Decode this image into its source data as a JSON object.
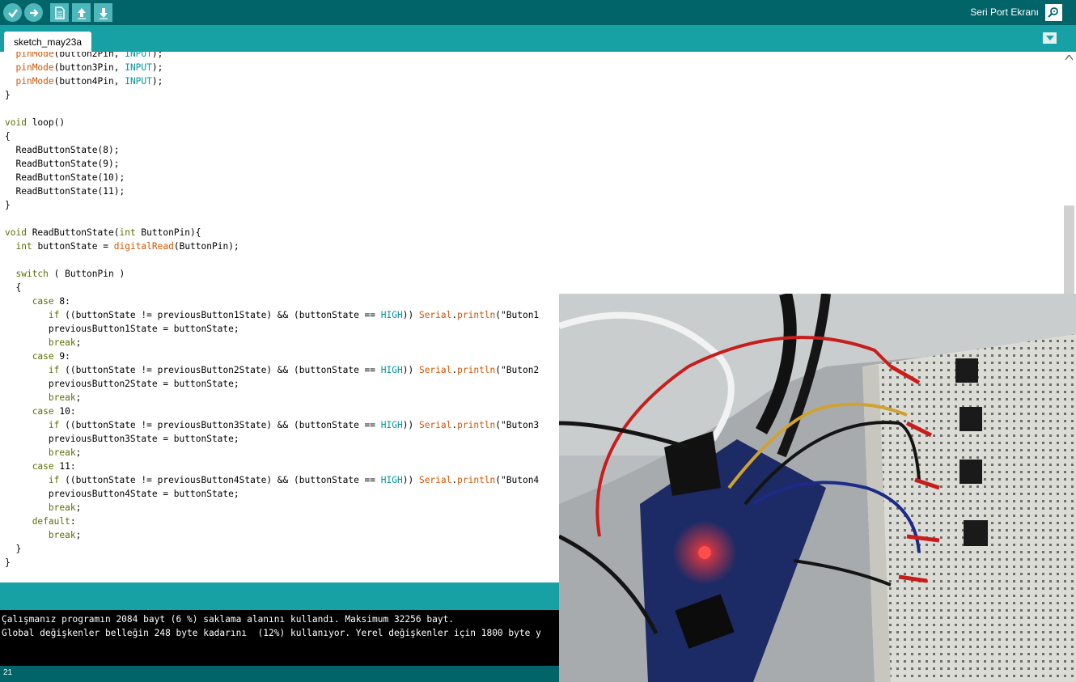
{
  "toolbar": {
    "buttons": [
      {
        "name": "verify-button",
        "icon": "check-icon"
      },
      {
        "name": "upload-button",
        "icon": "arrow-right-icon"
      },
      {
        "name": "new-button",
        "icon": "new-file-icon"
      },
      {
        "name": "open-button",
        "icon": "arrow-up-icon"
      },
      {
        "name": "save-button",
        "icon": "arrow-down-icon"
      }
    ],
    "serial_monitor_label": "Seri Port Ekranı",
    "serial_monitor_icon": "magnifier-icon"
  },
  "tab": {
    "label": "sketch_may23a",
    "menu_icon": "triangle-down-icon"
  },
  "editor": {
    "lines": [
      "  pinMode(button2Pin, INPUT);",
      "  pinMode(button3Pin, INPUT);",
      "  pinMode(button4Pin, INPUT);",
      "}",
      "",
      "void loop()",
      "{",
      "  ReadButtonState(8);",
      "  ReadButtonState(9);",
      "  ReadButtonState(10);",
      "  ReadButtonState(11);",
      "}",
      "",
      "void ReadButtonState(int ButtonPin){",
      "  int buttonState = digitalRead(ButtonPin);",
      "",
      "  switch ( ButtonPin )",
      "  {",
      "     case 8:",
      "        if ((buttonState != previousButton1State) && (buttonState == HIGH)) Serial.println(\"Buton1",
      "        previousButton1State = buttonState;",
      "        break;",
      "     case 9:",
      "        if ((buttonState != previousButton2State) && (buttonState == HIGH)) Serial.println(\"Buton2",
      "        previousButton2State = buttonState;",
      "        break;",
      "     case 10:",
      "        if ((buttonState != previousButton3State) && (buttonState == HIGH)) Serial.println(\"Buton3",
      "        previousButton3State = buttonState;",
      "        break;",
      "     case 11:",
      "        if ((buttonState != previousButton4State) && (buttonState == HIGH)) Serial.println(\"Buton4",
      "        previousButton4State = buttonState;",
      "        break;",
      "     default:",
      "        break;",
      "  }",
      "}"
    ]
  },
  "console": {
    "lines": [
      "Çalışmanız programın 2084 bayt (6 %) saklama alanını kullandı. Maksimum 32256 bayt.",
      "Global değişkenler belleğin 248 byte kadarını  (12%) kullanıyor. Yerel değişkenler için 1800 byte y"
    ]
  },
  "status": {
    "line_number": "21"
  },
  "overlay_photo": {
    "subject": "Arduino UNO board on breadboard with four push buttons and jumper wires"
  },
  "colors": {
    "toolbar_bg": "#006468",
    "tabbar_bg": "#17a1a5",
    "keyword": "#5e6d03",
    "function": "#d35400",
    "constant": "#00979d"
  }
}
